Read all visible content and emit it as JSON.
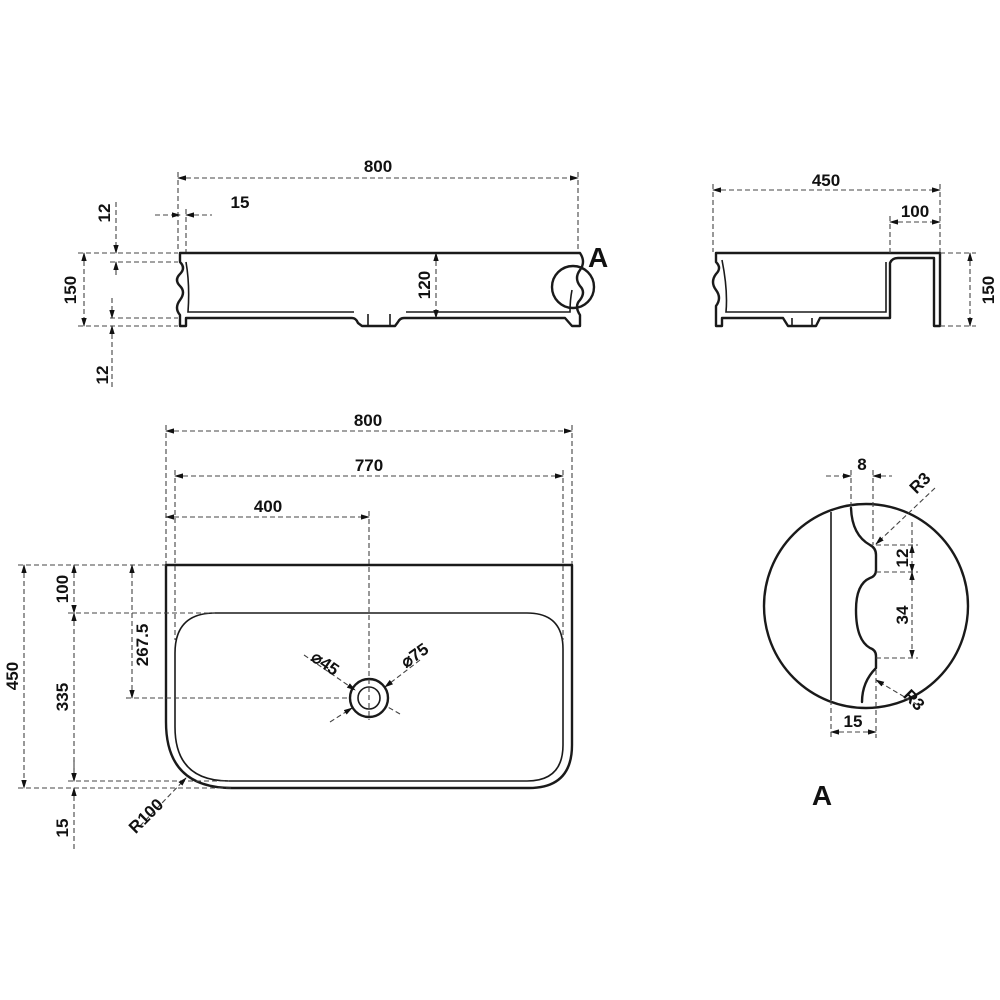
{
  "views": {
    "front": {
      "width_800": "800",
      "wall_15": "15",
      "top_12": "12",
      "height_150": "150",
      "bottom_12": "12",
      "depth_120": "120",
      "detail_ref": "A"
    },
    "side": {
      "width_450": "450",
      "shelf_100": "100",
      "height_150": "150"
    },
    "plan": {
      "outer_800": "800",
      "inner_770": "770",
      "center_400": "400",
      "depth_450": "450",
      "back_100": "100",
      "to_drain_267_5": "267.5",
      "bowl_335": "335",
      "front_15": "15",
      "corner_r100": "R100",
      "drain_d45": "⌀45",
      "drain_d75": "⌀75"
    },
    "detail": {
      "w8": "8",
      "r3_top": "R3",
      "g12": "12",
      "g34": "34",
      "r3_bottom": "R3",
      "w15": "15",
      "title": "A"
    }
  }
}
